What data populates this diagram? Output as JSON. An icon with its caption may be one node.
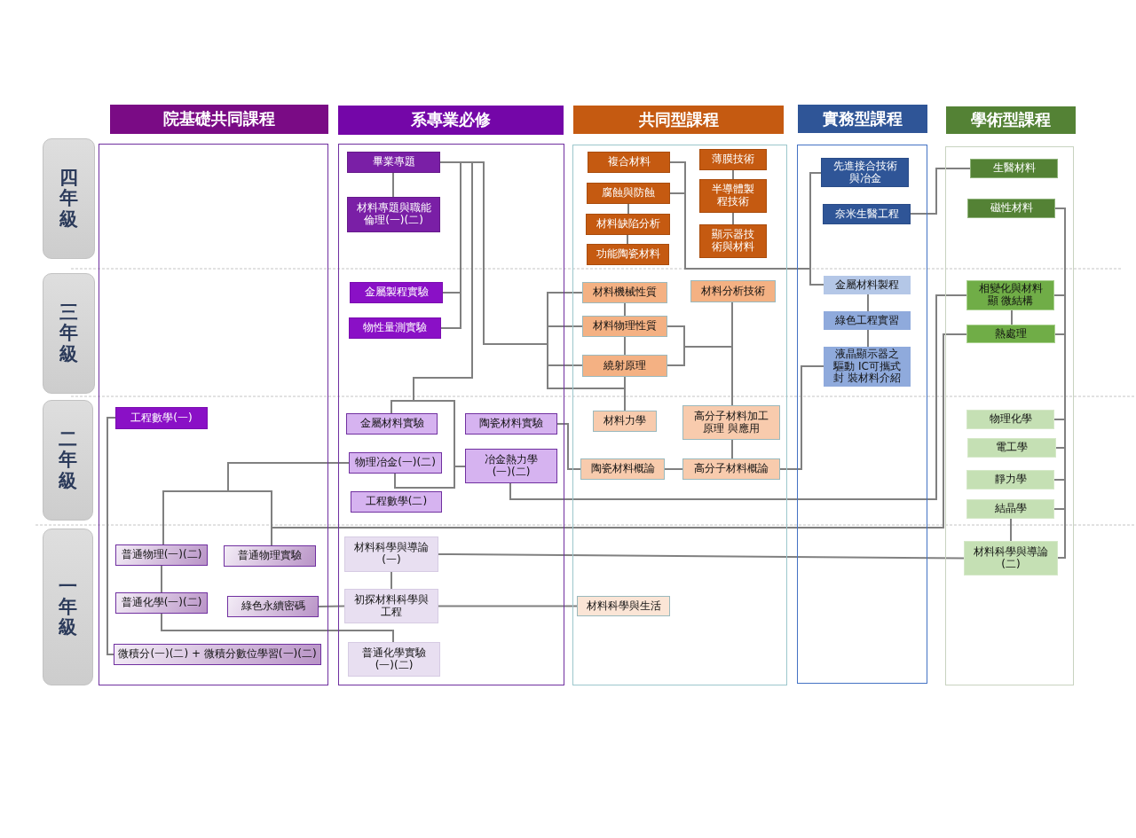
{
  "diagram": {
    "nodes": [
      {
        "text": [
          "院基礎共同課程"
        ]
      },
      {
        "text": [
          "系專業必修"
        ]
      },
      {
        "text": [
          "共同型課程"
        ]
      },
      {
        "text": [
          "實務型課程"
        ]
      },
      {
        "text": [
          "學術型課程"
        ]
      },
      {
        "text": [
          "四年級"
        ]
      },
      {
        "text": [
          "三年級"
        ]
      },
      {
        "text": [
          "二年級"
        ]
      },
      {
        "text": [
          "一年級"
        ]
      },
      {
        "text": [],
        "shape": "box"
      },
      {
        "text": [
          "工程數學(一)"
        ],
        "in": 9
      },
      {
        "text": [
          "普通物理(一)(二)"
        ],
        "in": 9
      },
      {
        "text": [
          "普通物理實驗"
        ],
        "in": 9
      },
      {
        "text": [
          "普通化學(一)(二)"
        ],
        "in": 9
      },
      {
        "text": [
          "綠色永續密碼"
        ],
        "in": 9
      },
      {
        "text": [
          "微積分(一)(二) + 微積分數位學習(一)(二)"
        ],
        "in": 9
      },
      {
        "text": [],
        "shape": "box"
      },
      {
        "text": [
          "畢業專題"
        ],
        "in": 16
      },
      {
        "text": [
          "材料專題與職能倫理(一)(二)"
        ],
        "in": 16
      },
      {
        "text": [
          "金屬製程實驗"
        ],
        "in": 16
      },
      {
        "text": [
          "物性量測實驗"
        ],
        "in": 16
      },
      {
        "text": [
          "金屬材料實驗"
        ],
        "in": 16
      },
      {
        "text": [
          "陶瓷材料實驗"
        ],
        "in": 16
      },
      {
        "text": [
          "物理冶金(一)(二)"
        ],
        "in": 16
      },
      {
        "text": [
          "冶金熱力學(一)(二)"
        ],
        "in": 16
      },
      {
        "text": [
          "工程數學(二)"
        ],
        "in": 16
      },
      {
        "text": [
          "材料科學與導論(一)"
        ],
        "in": 16
      },
      {
        "text": [
          "初探材料科學與工程"
        ],
        "in": 16
      },
      {
        "text": [
          "普通化學實驗(一)(二)"
        ],
        "in": 16
      },
      {
        "text": [],
        "shape": "box"
      },
      {
        "text": [
          "複合材料"
        ],
        "in": 29
      },
      {
        "text": [
          "薄膜技術"
        ],
        "in": 29
      },
      {
        "text": [
          "半導體製程技術"
        ],
        "in": 29
      },
      {
        "text": [
          "腐蝕與防蝕"
        ],
        "in": 29
      },
      {
        "text": [
          "材料缺陷分析"
        ],
        "in": 29
      },
      {
        "text": [
          "顯示器技術與材料"
        ],
        "in": 29
      },
      {
        "text": [
          "功能陶瓷材料"
        ],
        "in": 29
      },
      {
        "text": [
          "材料機械性質"
        ],
        "in": 29
      },
      {
        "text": [
          "材料分析技術"
        ],
        "in": 29
      },
      {
        "text": [
          "材料物理性質"
        ],
        "in": 29
      },
      {
        "text": [
          "繞射原理"
        ],
        "in": 29
      },
      {
        "text": [
          "材料力學"
        ],
        "in": 29
      },
      {
        "text": [
          "高分子材料加工原理 與應用"
        ],
        "in": 29
      },
      {
        "text": [
          "陶瓷材料概論"
        ],
        "in": 29
      },
      {
        "text": [
          "高分子材料概論"
        ],
        "in": 29
      },
      {
        "text": [
          "材料科學與生活"
        ],
        "in": 29
      },
      {
        "text": [],
        "shape": "box"
      },
      {
        "text": [
          "先進接合技術與冶金"
        ],
        "in": 46
      },
      {
        "text": [
          "奈米生醫工程"
        ],
        "in": 46
      },
      {
        "text": [
          "金屬材料製程"
        ],
        "in": 46
      },
      {
        "text": [
          "綠色工程實習"
        ],
        "in": 46
      },
      {
        "text": [
          "液晶顯示器之驅動 IC可攜式封 裝材料介紹"
        ],
        "in": 46
      },
      {
        "text": [],
        "shape": "box"
      },
      {
        "text": [
          "生醫材料"
        ],
        "in": 52
      },
      {
        "text": [
          "磁性材料"
        ],
        "in": 52
      },
      {
        "text": [
          "相變化與材料顯 微結構"
        ],
        "in": 52
      },
      {
        "text": [
          "熱處理"
        ],
        "in": 52
      },
      {
        "text": [
          "物理化學"
        ],
        "in": 52
      },
      {
        "text": [
          "電工學"
        ],
        "in": 52
      },
      {
        "text": [
          "靜力學"
        ],
        "in": 52
      },
      {
        "text": [
          "結晶學"
        ],
        "in": 52
      },
      {
        "text": [
          "材料科學與導論(二)"
        ],
        "in": 52
      }
    ],
    "edges": [
      {
        "from": 10,
        "to": 15,
        "arrow": "none"
      },
      {
        "from": 23,
        "to": 11,
        "arrow": "none"
      },
      {
        "from": 23,
        "to": 12,
        "arrow": "none"
      },
      {
        "from": 12,
        "to": 56,
        "arrow": "none"
      },
      {
        "from": 11,
        "to": 13,
        "arrow": "none"
      },
      {
        "from": 13,
        "to": 28,
        "arrow": "none"
      },
      {
        "from": 14,
        "to": 27,
        "arrow": "none"
      },
      {
        "from": 17,
        "to": 18,
        "arrow": "none"
      },
      {
        "from": 17,
        "to": 19,
        "arrow": "none"
      },
      {
        "from": 17,
        "to": 20,
        "arrow": "none"
      },
      {
        "from": 17,
        "to": 21,
        "arrow": "none"
      },
      {
        "from": 17,
        "to": 23,
        "arrow": "none"
      },
      {
        "from": 17,
        "to": 24,
        "arrow": "none"
      },
      {
        "from": 17,
        "to": 37,
        "arrow": "none"
      },
      {
        "from": 17,
        "to": 39,
        "arrow": "none"
      },
      {
        "from": 17,
        "to": 40,
        "arrow": "none"
      },
      {
        "from": 17,
        "to": 41,
        "arrow": "none"
      },
      {
        "from": 30,
        "to": 47,
        "arrow": "none"
      },
      {
        "from": 30,
        "to": 49,
        "arrow": "none"
      },
      {
        "from": 33,
        "to": 47,
        "arrow": "none"
      },
      {
        "from": 33,
        "to": 49,
        "arrow": "none"
      },
      {
        "from": 33,
        "to": 34,
        "arrow": "none"
      },
      {
        "from": 34,
        "to": 36,
        "arrow": "none"
      },
      {
        "from": 31,
        "to": 32,
        "arrow": "none"
      },
      {
        "from": 32,
        "to": 35,
        "arrow": "none"
      },
      {
        "from": 37,
        "to": 39,
        "arrow": "none"
      },
      {
        "from": 39,
        "to": 40,
        "arrow": "none"
      },
      {
        "from": 40,
        "to": 41,
        "arrow": "none"
      },
      {
        "from": 39,
        "to": 38,
        "arrow": "none"
      },
      {
        "from": 40,
        "to": 38,
        "arrow": "none"
      },
      {
        "from": 38,
        "to": 42,
        "arrow": "none"
      },
      {
        "from": 42,
        "to": 44,
        "arrow": "none"
      },
      {
        "from": 43,
        "to": 44,
        "arrow": "none"
      },
      {
        "from": 22,
        "to": 43,
        "arrow": "none"
      },
      {
        "from": 24,
        "to": 55,
        "arrow": "none"
      },
      {
        "from": 44,
        "to": 51,
        "arrow": "none"
      },
      {
        "from": 48,
        "to": 53,
        "arrow": "none"
      },
      {
        "from": 49,
        "to": 50,
        "arrow": "none"
      },
      {
        "from": 50,
        "to": 51,
        "arrow": "none"
      },
      {
        "from": 55,
        "to": 56,
        "arrow": "none"
      },
      {
        "from": 61,
        "to": 54,
        "arrow": "none"
      },
      {
        "from": 61,
        "to": 55,
        "arrow": "none"
      },
      {
        "from": 61,
        "to": 56,
        "arrow": "none"
      },
      {
        "from": 61,
        "to": 57,
        "arrow": "none"
      },
      {
        "from": 61,
        "to": 58,
        "arrow": "none"
      },
      {
        "from": 61,
        "to": 59,
        "arrow": "none"
      },
      {
        "from": 61,
        "to": 60,
        "arrow": "none"
      },
      {
        "from": 60,
        "to": 61,
        "arrow": "none"
      },
      {
        "from": 26,
        "to": 61,
        "arrow": "none"
      },
      {
        "from": 26,
        "to": 27,
        "arrow": "none"
      },
      {
        "from": 27,
        "to": 45,
        "arrow": "none"
      }
    ]
  }
}
